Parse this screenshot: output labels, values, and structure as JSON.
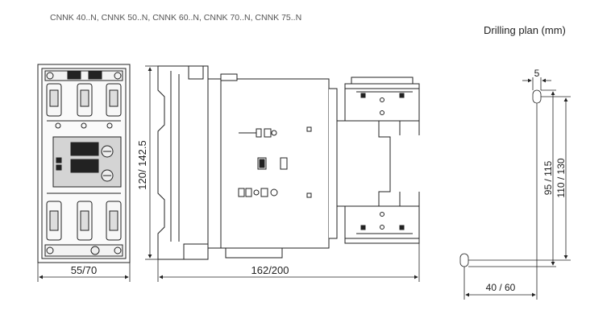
{
  "header": {
    "models": "CNNK 40..N, CNNK 50..N, CNNK 60..N, CNNK 70..N, CNNK 75..N"
  },
  "drilling_plan": {
    "title": "Drilling plan (mm)",
    "dim_hole": "5",
    "dim_v1": "95 / 115",
    "dim_v2": "110 / 130",
    "dim_h": "40 / 60"
  },
  "front_view": {
    "width_dim": "55/70"
  },
  "side_view": {
    "height_dim": "120/ 142.5",
    "depth_dim": "162/200"
  }
}
